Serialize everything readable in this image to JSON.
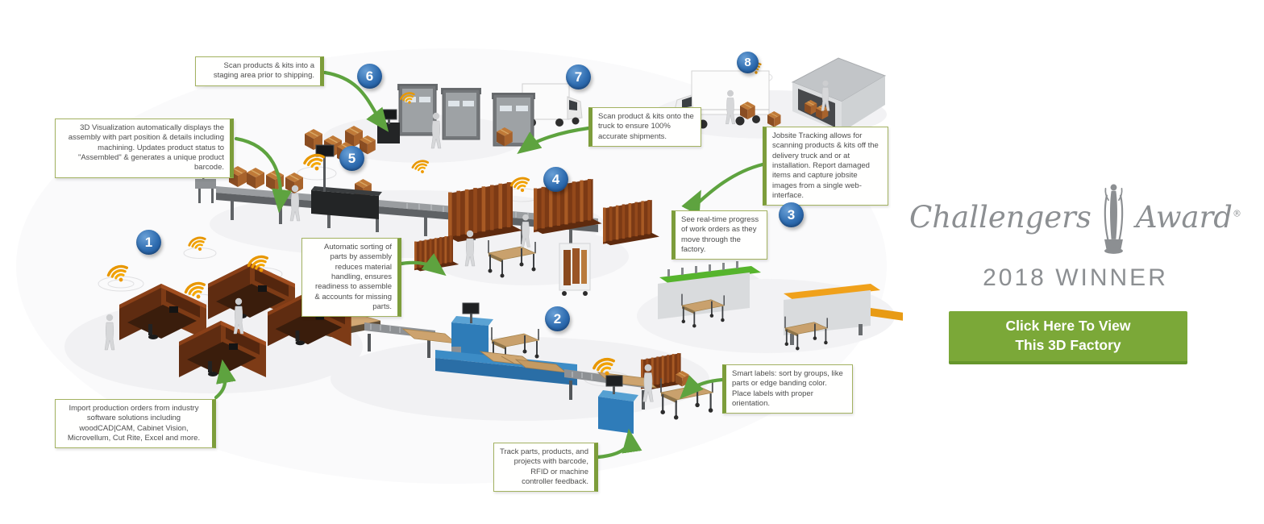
{
  "scene": {
    "callouts": [
      {
        "id": "staging",
        "text": "Scan products & kits into a staging area prior to shipping."
      },
      {
        "id": "visualization",
        "text": "3D Visualization automatically displays the assembly with part position & details including machining. Updates product status to \"Assembled\" & generates a unique product barcode."
      },
      {
        "id": "sorting",
        "text": "Automatic sorting of parts by assembly reduces material handling, ensures readiness to assemble & accounts for missing parts."
      },
      {
        "id": "truck-scan",
        "text": "Scan product & kits onto the truck to ensure 100% accurate shipments."
      },
      {
        "id": "jobsite",
        "text": "Jobsite Tracking allows for scanning products & kits off the delivery truck and or at installation.  Report damaged items and capture jobsite images from a single web-interface."
      },
      {
        "id": "progress",
        "text": "See real-time progress of work orders as they move through the factory."
      },
      {
        "id": "smart-labels",
        "text": "Smart labels: sort by groups, like parts or edge banding color. Place labels with proper orientation."
      },
      {
        "id": "import",
        "text": "Import production orders from industry software solutions including woodCAD|CAM, Cabinet Vision, Microvellum, Cut Rite, Excel and more."
      },
      {
        "id": "track",
        "text": "Track parts, products, and projects with barcode, RFID or machine controller feedback."
      }
    ],
    "markers": [
      "1",
      "2",
      "3",
      "4",
      "5",
      "6",
      "7",
      "8"
    ]
  },
  "award": {
    "script_left": "Challengers",
    "script_right": "Award",
    "registered": "®",
    "winner_line": "2018 WINNER"
  },
  "cta": {
    "line1": "Click Here To View",
    "line2": "This 3D Factory"
  },
  "colors": {
    "accent_green": "#7d9d3b",
    "callout_border": "#a3b261",
    "arrow_green": "#5ea33f",
    "marker_blue": "#2e6cb0",
    "wifi_orange": "#f0a000",
    "award_gray": "#8c8f92",
    "cta_green": "#7ba838",
    "machine_blue": "#3186c2",
    "wood_brown": "#8a4d22"
  }
}
